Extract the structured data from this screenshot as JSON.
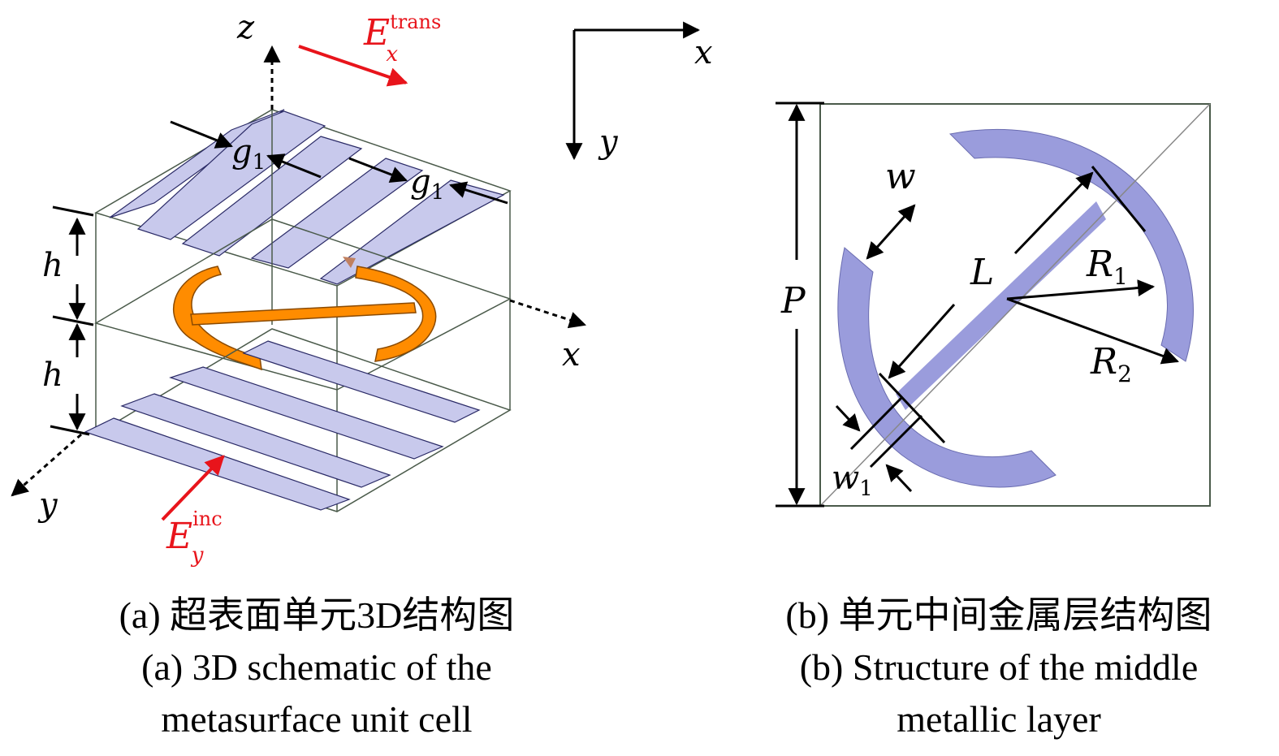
{
  "figure": {
    "panel_a": {
      "axis_labels": {
        "z": "z",
        "x": "x",
        "y": "y"
      },
      "dimension_labels": {
        "g1_main": "g",
        "g1_sub": "1",
        "h_top": "h",
        "h_bottom": "h"
      },
      "field_trans": {
        "base": "E",
        "sub": "x",
        "sup": "trans"
      },
      "field_inc": {
        "base": "E",
        "sub": "y",
        "sup": "inc"
      },
      "caption_zh": "(a) 超表面单元3D结构图",
      "caption_en_line1": "(a) 3D schematic of the",
      "caption_en_line2": "metasurface unit cell"
    },
    "coord_axes": {
      "x": "x",
      "y": "y"
    },
    "panel_b": {
      "dimension_labels": {
        "P": "P",
        "w": "w",
        "L": "L",
        "R1_main": "R",
        "R1_sub": "1",
        "R2_main": "R",
        "R2_sub": "2",
        "w1_main": "w",
        "w1_sub": "1"
      },
      "caption_zh": "(b) 单元中间金属层结构图",
      "caption_en_line1": "(b) Structure of the middle",
      "caption_en_line2": "metallic layer"
    },
    "colors": {
      "grating_fill": "#c8c9ec",
      "grating_edge": "#2a2a66",
      "resonator_fill": "#ff8c00",
      "resonator_edge": "#8a4a00",
      "middle_layer_fill": "#9a9cdc",
      "box_edge": "#4a5a4a",
      "field_arrow": "#e8141b"
    }
  }
}
